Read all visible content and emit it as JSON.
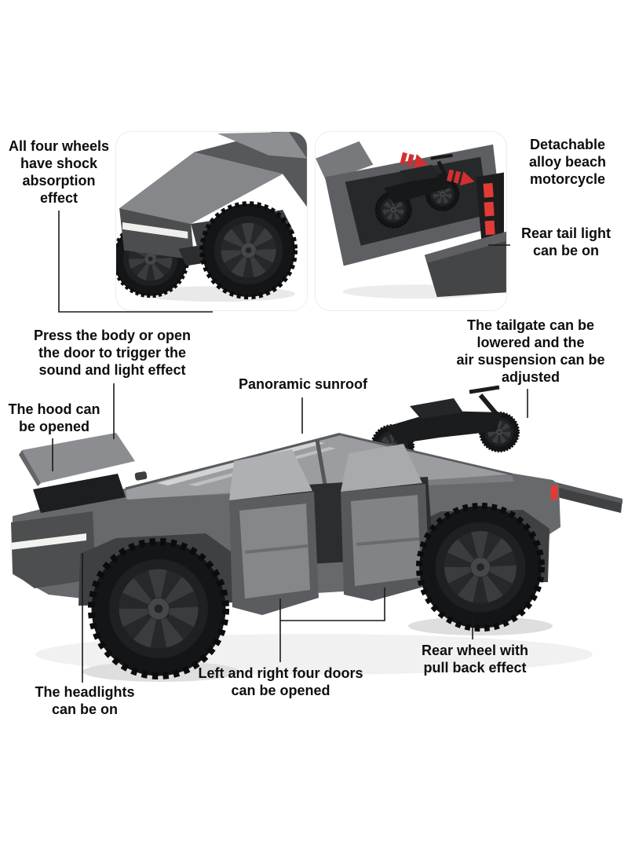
{
  "callouts": {
    "wheels": "All four wheels\nhave shock\nabsorption\neffect",
    "detachable": "Detachable\nalloy beach\nmotorcycle",
    "taillight": "Rear tail light\ncan be on",
    "press_body": "Press the body or open\nthe door to trigger the\nsound and light effect",
    "hood": "The hood can\nbe opened",
    "sunroof": "Panoramic sunroof",
    "tailgate": "The tailgate can be\nlowered and the\nair suspension can be\nadjusted",
    "headlights": "The headlights\ncan be on",
    "doors": "Left and right four doors\ncan be opened",
    "rear_wheel": "Rear wheel with\npull back effect"
  },
  "colors": {
    "background": "#ffffff",
    "text": "#0d0d0d",
    "callout_line": "#1a1a1a",
    "arrow_red": "#d32f2f",
    "taillight_red": "#e23b35",
    "truck_body_gray": "#67696c",
    "truck_glass_gray": "#9b9da0",
    "tire_black": "#141517"
  },
  "icons": {
    "detach_arrows": "red striped fast-forward arrows pointing at motorcycle"
  }
}
